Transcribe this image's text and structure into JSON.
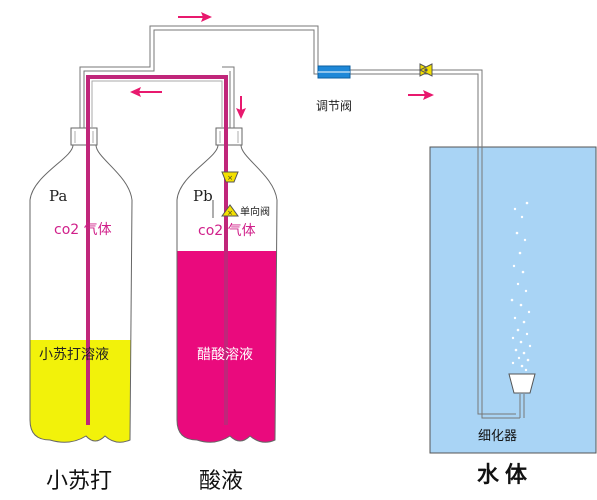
{
  "labels": {
    "pa": "Pa",
    "pb": "Pb",
    "co2_gas_left": "co2 气体",
    "co2_gas_right": "co2 气体",
    "baking_soda_solution": "小苏打溶液",
    "acetic_acid_solution": "醋酸溶液",
    "check_valve": "单向阀",
    "regulating_valve": "调节阀",
    "diffuser": "细化器"
  },
  "captions": {
    "baking_soda": "小苏打",
    "acid": "酸液",
    "water_body": "水体"
  },
  "colors": {
    "soda_liquid": "#f2f20a",
    "acid_liquid": "#ea0a7d",
    "water": "#a9d4f5",
    "tube_magenta": "#c0267a",
    "arrow": "#e8196e",
    "valve_blue": "#1e88d8",
    "valve_yellow": "#f3e000"
  }
}
